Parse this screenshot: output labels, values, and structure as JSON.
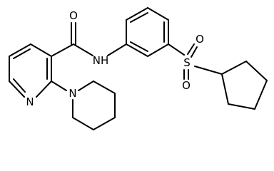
{
  "structure": {
    "atom_labels": {
      "carbonyl_oxygen": "O",
      "amide_nitrogen": "NH",
      "sulfur": "S",
      "sulfonyl_oxygen_top": "O",
      "sulfonyl_oxygen_bottom": "O",
      "pyridine_nitrogen": "N",
      "piperidine_nitrogen": "N"
    },
    "bond_color": "#000000",
    "label_color": "#000000",
    "background_color": "#ffffff"
  }
}
